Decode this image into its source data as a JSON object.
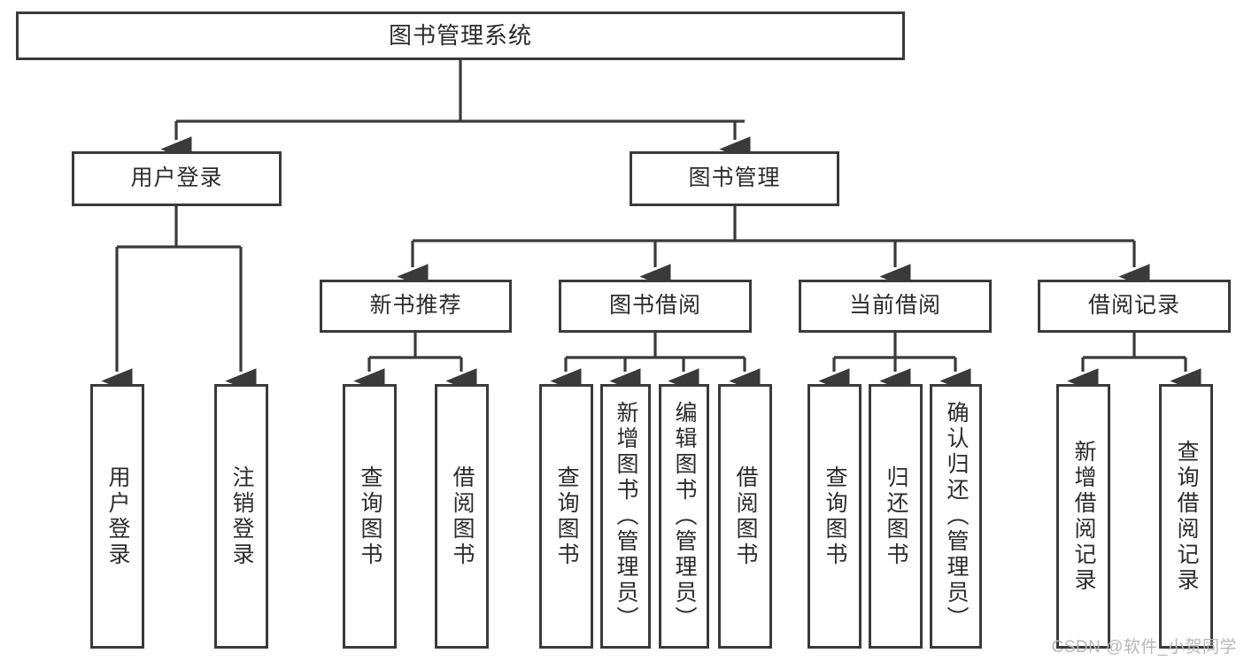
{
  "diagram": {
    "type": "hierarchy-tree",
    "root": {
      "label": "图书管理系统"
    },
    "level2": [
      {
        "label": "用户登录"
      },
      {
        "label": "图书管理"
      }
    ],
    "level3": [
      {
        "label": "新书推荐"
      },
      {
        "label": "图书借阅"
      },
      {
        "label": "当前借阅"
      },
      {
        "label": "借阅记录"
      }
    ],
    "leaves": {
      "user_login": [
        {
          "label": "用户登录"
        },
        {
          "label": "注销登录"
        }
      ],
      "new_book_recommend": [
        {
          "label": "查询图书"
        },
        {
          "label": "借阅图书"
        }
      ],
      "book_borrow": [
        {
          "label": "查询图书"
        },
        {
          "label": "新增图书（管理员）"
        },
        {
          "label": "编辑图书（管理员）"
        },
        {
          "label": "借阅图书"
        }
      ],
      "current_borrow": [
        {
          "label": "查询图书"
        },
        {
          "label": "归还图书"
        },
        {
          "label": "确认归还（管理员）"
        }
      ],
      "borrow_records": [
        {
          "label": "新增借阅记录"
        },
        {
          "label": "查询借阅记录"
        }
      ]
    }
  },
  "watermark": {
    "text": "CSDN @软件_小贺同学"
  },
  "colors": {
    "border": "#3a3a3a",
    "text": "#2b2b2b",
    "background": "#ffffff",
    "watermark": "#b8b8b8"
  }
}
